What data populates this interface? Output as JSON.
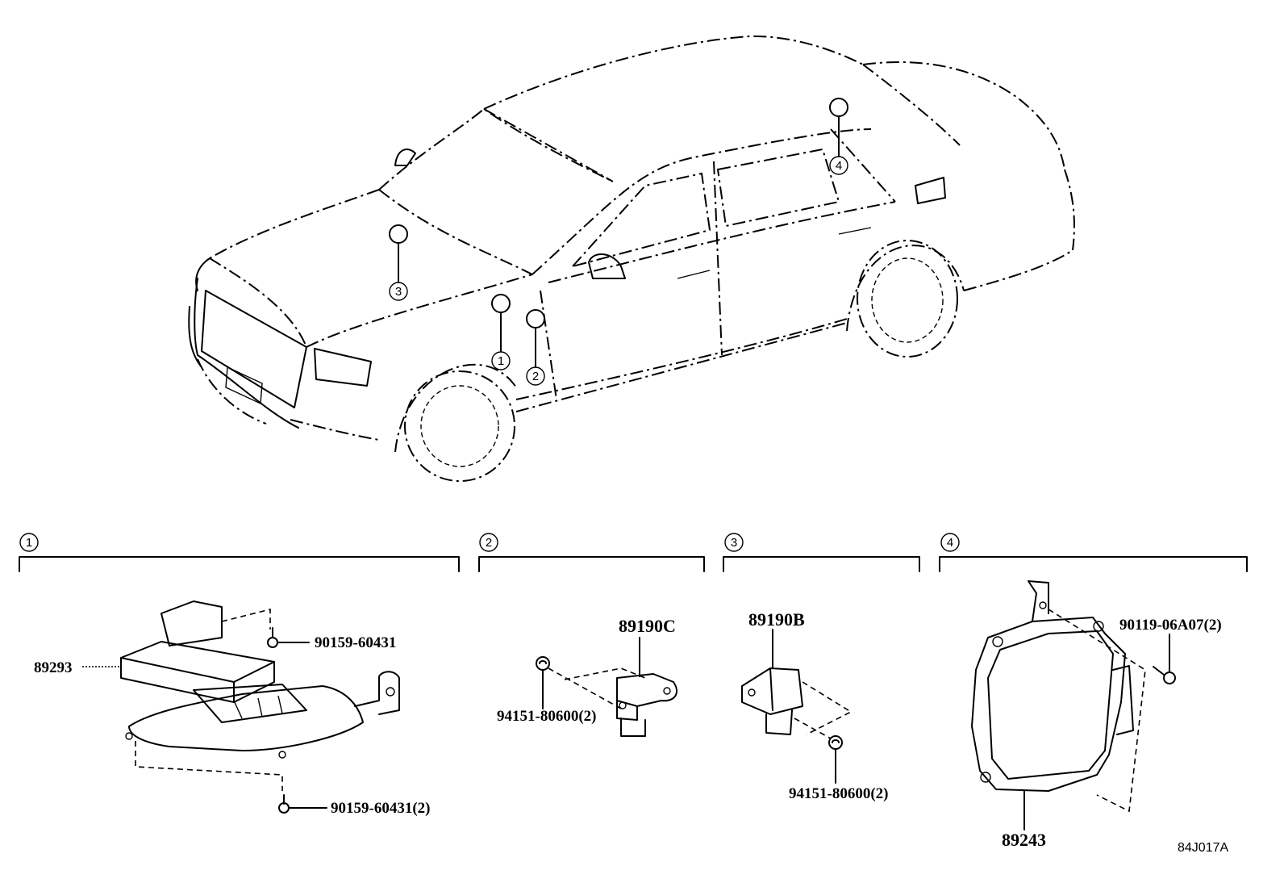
{
  "diagram_code": "84J017A",
  "callouts": [
    {
      "number": "1",
      "label": "①"
    },
    {
      "number": "2",
      "label": "②"
    },
    {
      "number": "3",
      "label": "③"
    },
    {
      "number": "4",
      "label": "④"
    }
  ],
  "sections": [
    {
      "label": "①",
      "parts": [
        "89293",
        "90159-60431",
        "90159-60431(2)"
      ]
    },
    {
      "label": "②",
      "parts": [
        "89190C",
        "94151-80600(2)"
      ]
    },
    {
      "label": "③",
      "parts": [
        "89190B",
        "94151-80600(2)"
      ]
    },
    {
      "label": "④",
      "parts": [
        "89243",
        "90119-06A07(2)"
      ]
    }
  ]
}
